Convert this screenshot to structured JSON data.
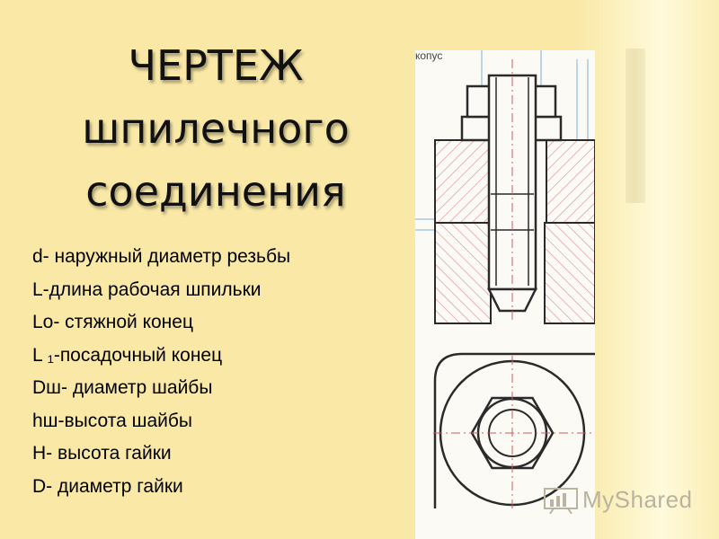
{
  "title": {
    "line1": "ЧЕРТЕЖ",
    "line2": "шпилечного",
    "line3": "соединения"
  },
  "legend": [
    "d- наружный диаметр  резьбы",
    "L-длина рабочая шпильки",
    "Lo- стяжной конец",
    "L ₁-посадочный конец",
    "Dш- диаметр шайбы",
    "hш-высота шайбы",
    "H- высота гайки",
    "D- диаметр гайки"
  ],
  "drawing": {
    "corner_label": "копус"
  },
  "watermark": "MyShared",
  "colors": {
    "background": "#f9e8a6",
    "line": "#2a2a2a",
    "hatch": "#e08a8a",
    "dimension": "#7fb0d8"
  }
}
